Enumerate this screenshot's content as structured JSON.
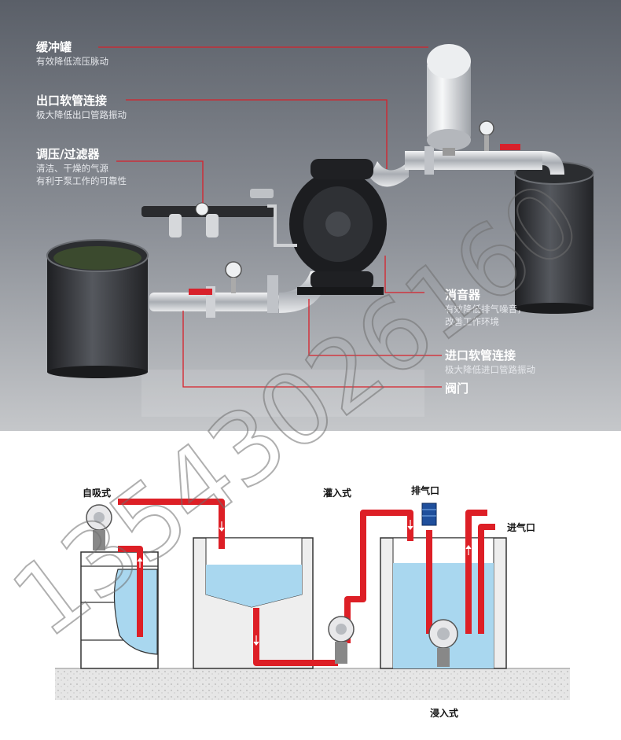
{
  "callouts": [
    {
      "id": "buffer-tank",
      "title": "缓冲罐",
      "desc": [
        "有效降低流压脉动"
      ]
    },
    {
      "id": "outlet-hose",
      "title": "出口软管连接",
      "desc": [
        "极大降低出口管路振动"
      ]
    },
    {
      "id": "regulator",
      "title": "调压/过滤器",
      "desc": [
        "清洁、干燥的气源",
        "有利于泵工作的可靠性"
      ]
    },
    {
      "id": "muffler",
      "title": "消音器",
      "desc": [
        "有效降低排气噪音，",
        "改善工作环境"
      ]
    },
    {
      "id": "inlet-hose",
      "title": "进口软管连接",
      "desc": [
        "极大降低进口管路振动"
      ]
    },
    {
      "id": "valve",
      "title": "阀门",
      "desc": []
    }
  ],
  "diagram": {
    "self_priming": "自吸式",
    "flooded": "灌入式",
    "exhaust": "排气口",
    "air_inlet": "进气口",
    "submerged": "浸入式"
  },
  "watermark": "13543026160",
  "colors": {
    "callout_line": "#d8212b",
    "pipe": "#dd1f26",
    "water": "#a9d7ef",
    "ground": "#e4e4e4"
  }
}
